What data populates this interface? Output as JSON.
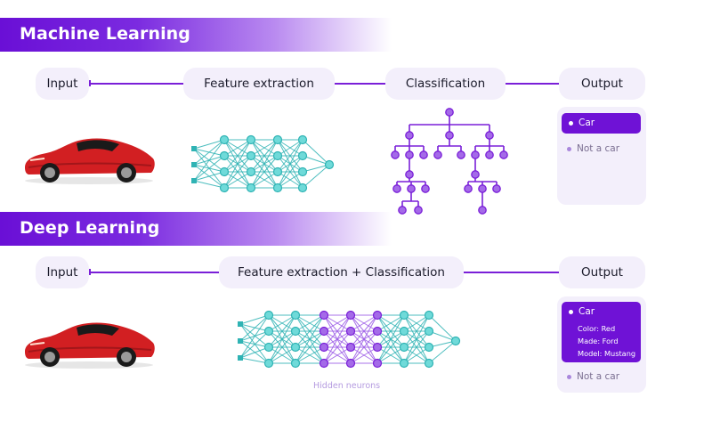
{
  "machine_learning": {
    "title": "Machine Learning",
    "steps": [
      "Input",
      "Feature extraction",
      "Classification",
      "Output"
    ],
    "output_options": {
      "selected": "Car",
      "other": "Not a car"
    }
  },
  "deep_learning": {
    "title": "Deep Learning",
    "steps": [
      "Input",
      "Feature extraction + Classification",
      "Output"
    ],
    "output_options": {
      "selected": "Car",
      "details": [
        "Color: Red",
        "Made: Ford",
        "Model: Mustang"
      ],
      "other": "Not a car"
    },
    "hidden_caption": "Hidden neurons"
  },
  "colors": {
    "accent": "#7a1fd8",
    "teal": "#3cc7c9",
    "teal_stroke": "#2fb3b4",
    "panel": "#f3effb",
    "car_red": "#d21f22"
  },
  "icons": [
    "car-illustration",
    "neural-network",
    "decision-tree"
  ]
}
